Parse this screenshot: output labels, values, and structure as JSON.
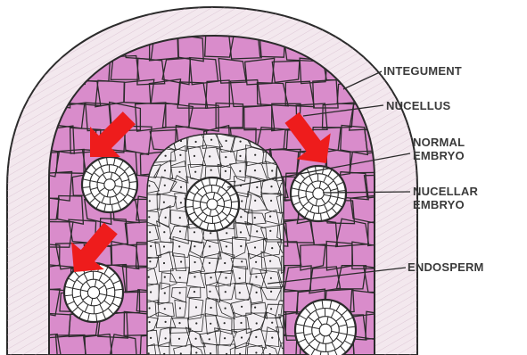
{
  "labels": {
    "integument": "INTEGUMENT",
    "nucellus": "NUCELLUS",
    "normal_embryo": "NORMAL\nEMBRYO",
    "nucellar_embryo": "NUCELLAR\nEMBRYO",
    "endosperm": "ENDOSPERM"
  },
  "colors": {
    "nucellus_fill": "#d98ccb",
    "integument_fill": "#f3e8ee",
    "cell_line": "#2b2b2b",
    "arrow": "#ee1c1c",
    "endosperm_fill": "#f2eef2"
  },
  "icons": {
    "pointer": "red-arrow-icon"
  }
}
